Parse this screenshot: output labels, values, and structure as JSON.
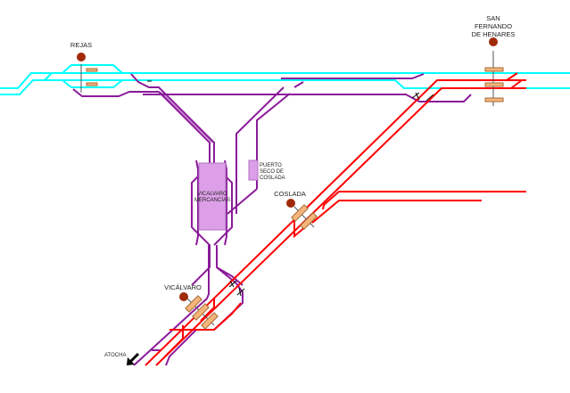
{
  "diagram": {
    "type": "railway-schematic",
    "colors": {
      "line_cyan": "#00ffff",
      "line_red": "#ff0000",
      "line_purple": "#8b1a9a",
      "yard_fill": "#dda0e8",
      "platform_fill": "#f5b57a",
      "station_dot": "#a02a0a"
    },
    "stations": [
      {
        "id": "rejas",
        "label": "REJAS"
      },
      {
        "id": "san-fernando",
        "label_lines": [
          "SAN",
          "FERNANDO",
          "DE HENARES"
        ]
      },
      {
        "id": "coslada",
        "label": "COSLADA"
      },
      {
        "id": "vicalvaro",
        "label": "VICÁLVARO"
      }
    ],
    "yards": [
      {
        "id": "vicalvaro-mercancias",
        "label_lines": [
          "VICALVARO",
          "MERCANCÍAS"
        ]
      },
      {
        "id": "puerto-seco",
        "label_lines": [
          "PUERTO",
          "SECO DE",
          "COSLADA"
        ]
      }
    ],
    "direction": {
      "label": "ATOCHA",
      "icon": "arrow-southwest-icon"
    }
  }
}
